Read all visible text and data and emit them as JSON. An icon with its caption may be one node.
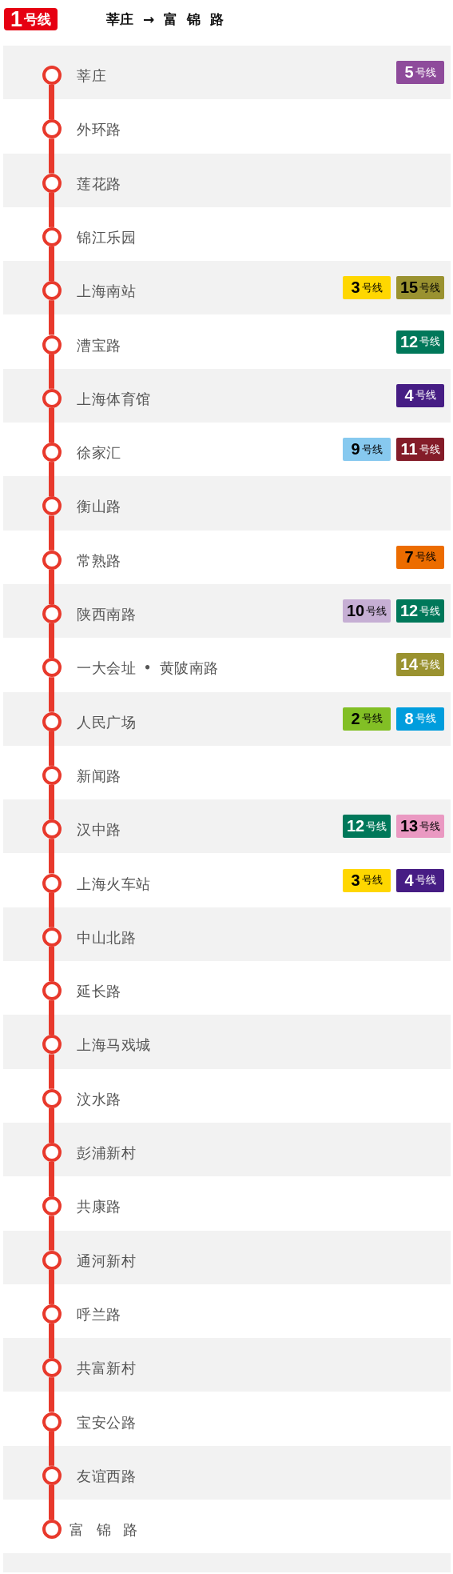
{
  "diagram": {
    "title": "莘庄 → 富 锦 路",
    "nodes": [
      {
        "text": [
          "**1**号线"
        ]
      },
      {
        "text": [],
        "shape": "circle",
        "beside": [
          "莘庄"
        ]
      },
      {
        "text": [
          "**5**号线"
        ]
      },
      {
        "text": [],
        "shape": "circle",
        "beside": [
          "外环路"
        ]
      },
      {
        "text": [],
        "shape": "circle",
        "beside": [
          "莲花路"
        ]
      },
      {
        "text": [],
        "shape": "circle",
        "beside": [
          "锦江乐园"
        ]
      },
      {
        "text": [],
        "shape": "circle",
        "beside": [
          "上海南站"
        ]
      },
      {
        "text": [
          "**3**号线"
        ]
      },
      {
        "text": [
          "**15**号线"
        ]
      },
      {
        "text": [],
        "shape": "circle",
        "beside": [
          "漕宝路"
        ]
      },
      {
        "text": [
          "**12**号线"
        ]
      },
      {
        "text": [],
        "shape": "circle",
        "beside": [
          "上海体育馆"
        ]
      },
      {
        "text": [
          "**4**号线"
        ]
      },
      {
        "text": [],
        "shape": "circle",
        "beside": [
          "徐家汇"
        ]
      },
      {
        "text": [
          "**9**号线"
        ]
      },
      {
        "text": [
          "**11**号线"
        ]
      },
      {
        "text": [],
        "shape": "circle",
        "beside": [
          "衡山路"
        ]
      },
      {
        "text": [],
        "shape": "circle",
        "beside": [
          "常熟路"
        ]
      },
      {
        "text": [
          "**7**号线"
        ]
      },
      {
        "text": [],
        "shape": "circle",
        "beside": [
          "陕西南路"
        ]
      },
      {
        "text": [
          "**10**号线"
        ]
      },
      {
        "text": [
          "**12**号线"
        ]
      },
      {
        "text": [],
        "shape": "circle",
        "beside": [
          "一大会址 • 黄陂南路"
        ]
      },
      {
        "text": [
          "**14**号线"
        ]
      },
      {
        "text": [],
        "shape": "circle",
        "beside": [
          "人民广场"
        ]
      },
      {
        "text": [
          "**2**号线"
        ]
      },
      {
        "text": [
          "**8**号线"
        ]
      },
      {
        "text": [],
        "shape": "circle",
        "beside": [
          "新闻路"
        ]
      },
      {
        "text": [],
        "shape": "circle",
        "beside": [
          "汉中路"
        ]
      },
      {
        "text": [
          "**12**号线"
        ]
      },
      {
        "text": [
          "**13**号线"
        ]
      },
      {
        "text": [],
        "shape": "circle",
        "beside": [
          "上海火车站"
        ]
      },
      {
        "text": [
          "**3**号线"
        ]
      },
      {
        "text": [
          "**4**号线"
        ]
      },
      {
        "text": [],
        "shape": "circle",
        "beside": [
          "中山北路"
        ]
      },
      {
        "text": [],
        "shape": "circle",
        "beside": [
          "延长路"
        ]
      },
      {
        "text": [],
        "shape": "circle",
        "beside": [
          "上海马戏城"
        ]
      },
      {
        "text": [],
        "shape": "circle",
        "beside": [
          "汶水路"
        ]
      },
      {
        "text": [],
        "shape": "circle",
        "beside": [
          "彭浦新村"
        ]
      },
      {
        "text": [],
        "shape": "circle",
        "beside": [
          "共康路"
        ]
      },
      {
        "text": [],
        "shape": "circle",
        "beside": [
          "通河新村"
        ]
      },
      {
        "text": [],
        "shape": "circle",
        "beside": [
          "呼兰路"
        ]
      },
      {
        "text": [],
        "shape": "circle",
        "beside": [
          "共富新村"
        ]
      },
      {
        "text": [],
        "shape": "circle",
        "beside": [
          "宝安公路"
        ]
      },
      {
        "text": [],
        "shape": "circle",
        "beside": [
          "友谊西路"
        ]
      },
      {
        "text": [],
        "shape": "circle",
        "beside": [
          "富 锦 路"
        ]
      }
    ],
    "edges": [
      {
        "from": 1,
        "to": 3,
        "arrow": "none"
      },
      {
        "from": 3,
        "to": 4,
        "arrow": "none"
      },
      {
        "from": 4,
        "to": 5,
        "arrow": "none"
      },
      {
        "from": 5,
        "to": 6,
        "arrow": "none"
      },
      {
        "from": 6,
        "to": 9,
        "arrow": "none"
      },
      {
        "from": 9,
        "to": 11,
        "arrow": "none"
      },
      {
        "from": 11,
        "to": 13,
        "arrow": "none"
      },
      {
        "from": 13,
        "to": 16,
        "arrow": "none"
      },
      {
        "from": 16,
        "to": 17,
        "arrow": "none"
      },
      {
        "from": 17,
        "to": 19,
        "arrow": "none"
      },
      {
        "from": 19,
        "to": 22,
        "arrow": "none"
      },
      {
        "from": 22,
        "to": 24,
        "arrow": "none"
      },
      {
        "from": 24,
        "to": 27,
        "arrow": "none"
      },
      {
        "from": 27,
        "to": 28,
        "arrow": "none"
      },
      {
        "from": 28,
        "to": 31,
        "arrow": "none"
      },
      {
        "from": 31,
        "to": 34,
        "arrow": "none"
      },
      {
        "from": 34,
        "to": 35,
        "arrow": "none"
      },
      {
        "from": 35,
        "to": 36,
        "arrow": "none"
      },
      {
        "from": 36,
        "to": 37,
        "arrow": "none"
      },
      {
        "from": 37,
        "to": 38,
        "arrow": "none"
      },
      {
        "from": 38,
        "to": 39,
        "arrow": "none"
      },
      {
        "from": 39,
        "to": 40,
        "arrow": "none"
      },
      {
        "from": 40,
        "to": 41,
        "arrow": "none"
      },
      {
        "from": 41,
        "to": 42,
        "arrow": "none"
      },
      {
        "from": 42,
        "to": 43,
        "arrow": "none"
      },
      {
        "from": 43,
        "to": 44,
        "arrow": "none"
      },
      {
        "from": 44,
        "to": 45,
        "arrow": "none"
      }
    ]
  }
}
